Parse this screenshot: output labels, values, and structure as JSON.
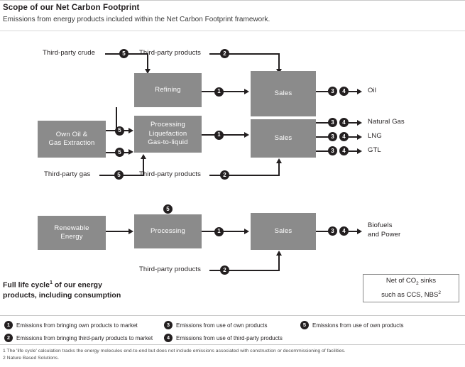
{
  "header": {
    "title": "Scope of our Net Carbon Footprint",
    "subtitle": "Emissions from energy products included within the Net Carbon Footprint framework."
  },
  "diagram": {
    "boxes": {
      "extraction": "Own Oil &\nGas Extraction",
      "refining": "Refining",
      "processing_gas": "Processing\nLiquefaction\nGas-to-liquid",
      "sales_oil": "Sales",
      "sales_gas": "Sales",
      "renewable": "Renewable\nEnergy",
      "processing_renewable": "Processing",
      "sales_renewable": "Sales"
    },
    "inputs": {
      "third_party_crude": "Third-party crude",
      "third_party_gas": "Third-party gas",
      "third_party_products_top": "Third-party products",
      "third_party_products_upper_right": "Third-party products",
      "third_party_products_lower_right": "Third-party products",
      "third_party_products_renewable": "Third-party products"
    },
    "outputs": {
      "oil": "Oil",
      "natural_gas": "Natural Gas",
      "lng": "LNG",
      "gtl": "GTL",
      "biofuels": "Biofuels\nand Power"
    },
    "badges": {
      "crude_in": "5",
      "gas_in": "5",
      "tp_products_top": "2",
      "tp_products_upper": "2",
      "tp_products_lower": "2",
      "tp_products_renewable": "2",
      "extraction_to_refining": "5",
      "extraction_to_processing": "5",
      "refining_to_sales": "1",
      "processing_to_sales": "1",
      "renewable_processing": "5",
      "renewable_to_sales": "1",
      "oil_3": "3",
      "oil_4": "4",
      "ng_3": "3",
      "ng_4": "4",
      "lng_3": "3",
      "lng_4": "4",
      "gtl_3": "3",
      "gtl_4": "4",
      "bio_3": "3",
      "bio_4": "4"
    },
    "full_cycle_line1": "Full life cycle",
    "full_cycle_sup": "1",
    "full_cycle_line1_rest": " of our energy",
    "full_cycle_line2": "products, including consumption",
    "net_box_line1": "Net of CO",
    "net_box_sub": "2",
    "net_box_line1_rest": " sinks",
    "net_box_line2": "such as CCS, NBS",
    "net_box_sup": "2"
  },
  "legend": [
    {
      "num": "1",
      "text": "Emissions from bringing own products to market"
    },
    {
      "num": "2",
      "text": "Emissions from bringing third-party products to market"
    },
    {
      "num": "3",
      "text": "Emissions from use of own products"
    },
    {
      "num": "4",
      "text": "Emissions from use of third-party products"
    },
    {
      "num": "5",
      "text": "Emissions from use of own products"
    }
  ],
  "footnotes": [
    "1 The 'life cycle' calculation tracks the energy molecules end-to-end but does not include emissions associated with construction or decommissioning of facilities.",
    "2 Nature Based Solutions."
  ],
  "colors": {
    "box_gray": "#8b8b8b",
    "ink": "#231f20",
    "rule": "#c9c9c9"
  }
}
